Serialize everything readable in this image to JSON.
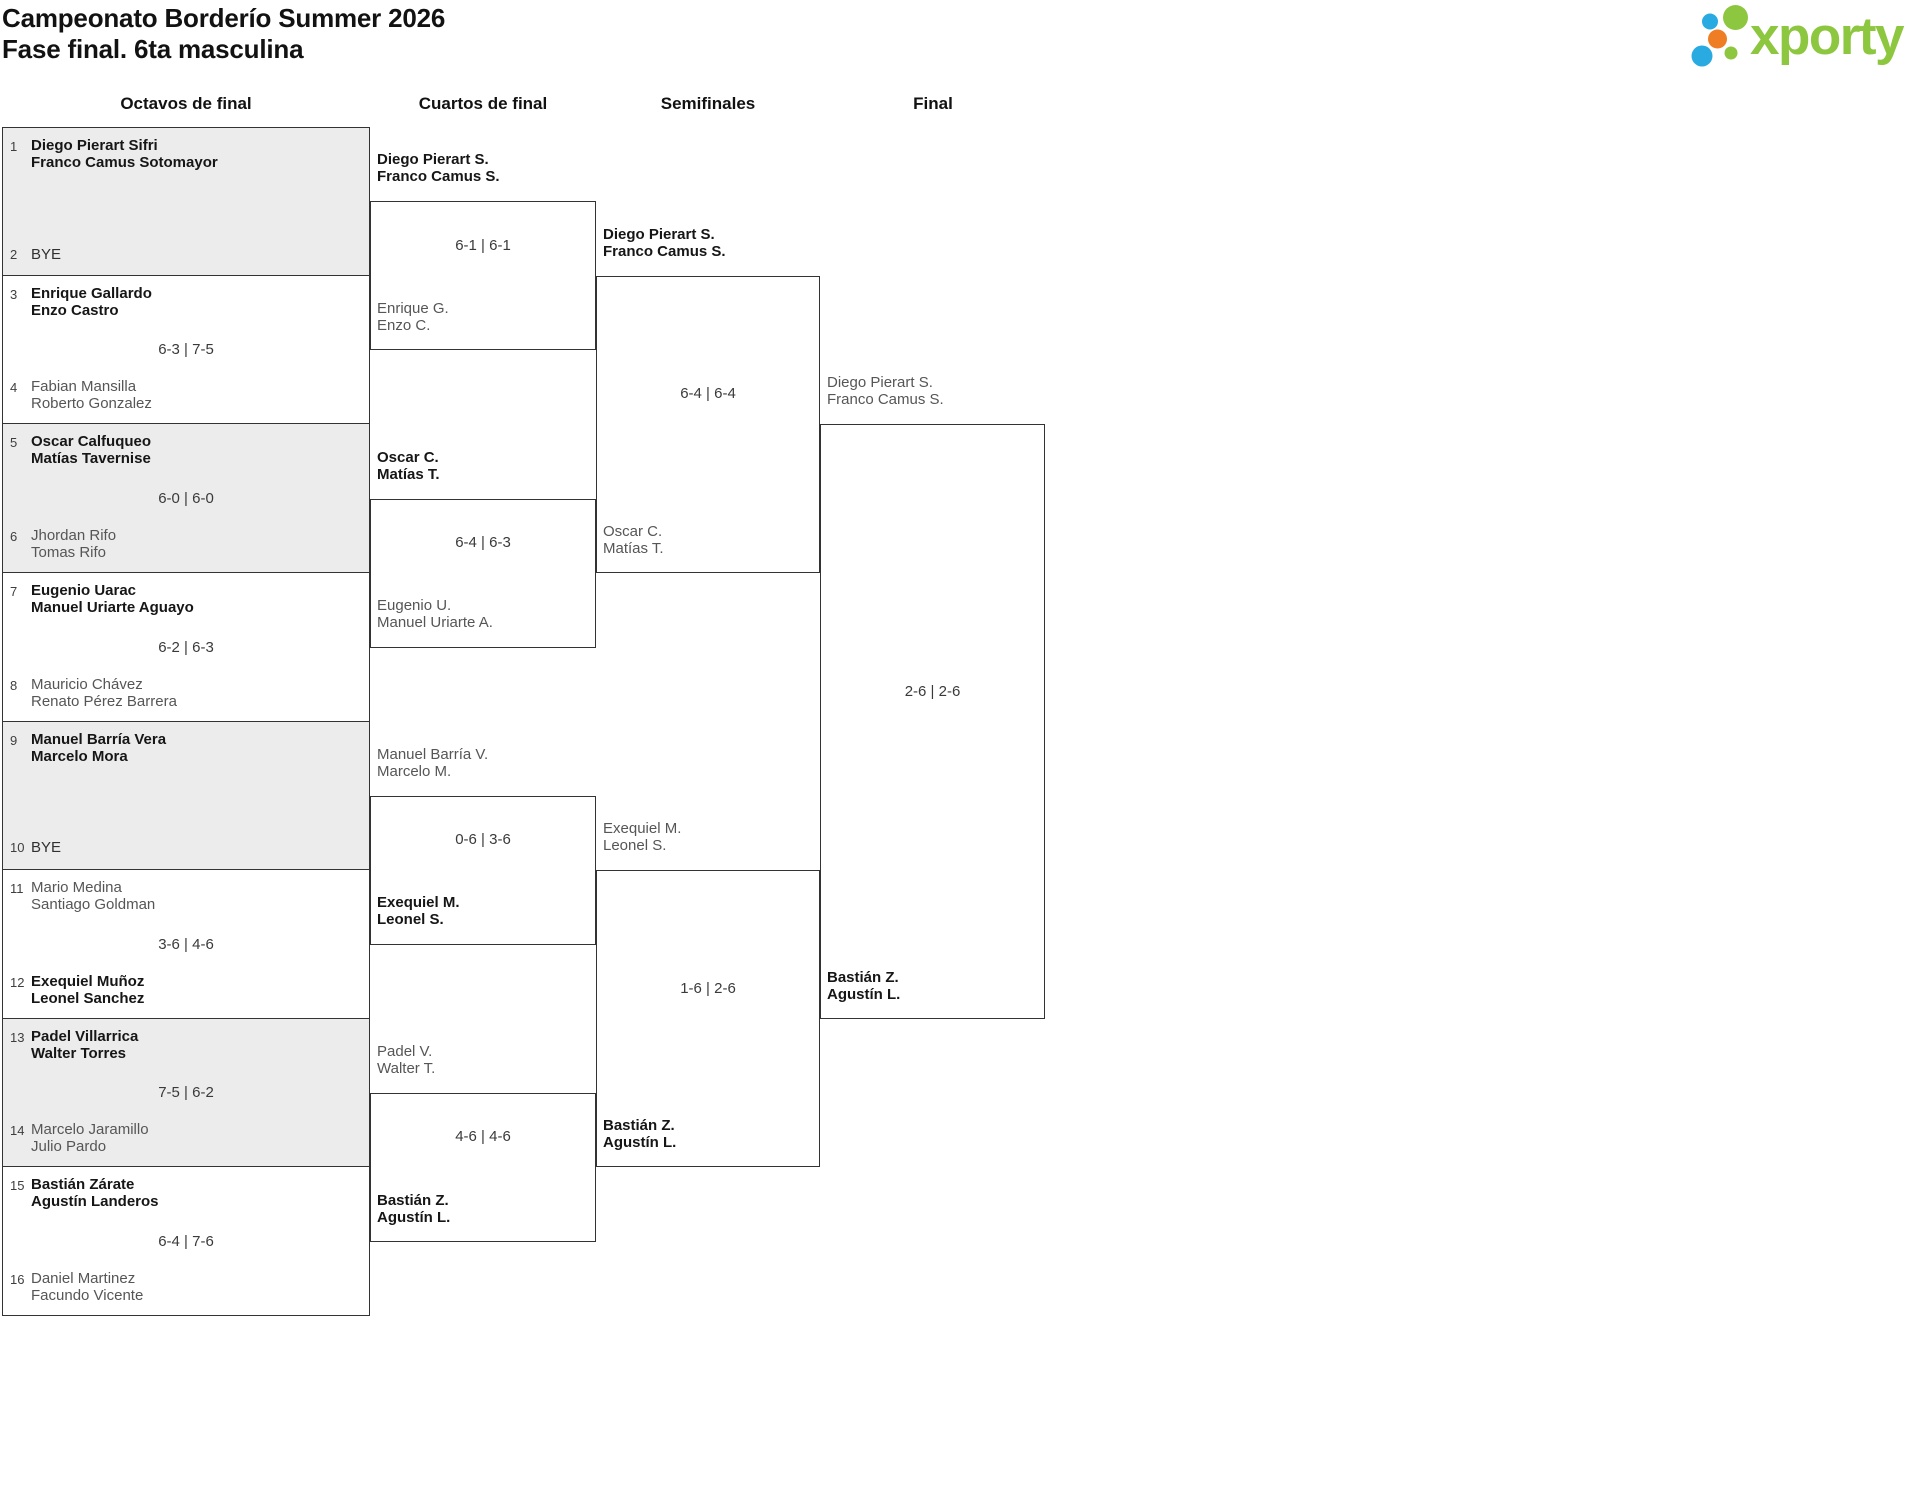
{
  "header": {
    "title_line1": "Campeonato Borderío Summer 2026",
    "title_line2": "Fase final. 6ta masculina"
  },
  "logo": {
    "brand": "xporty",
    "green": "#8dc63f",
    "blue": "#29abe2",
    "orange": "#ee7d23"
  },
  "columns": [
    "Octavos de final",
    "Cuartos de final",
    "Semifinales",
    "Final"
  ],
  "bracket": {
    "round_of_16": [
      {
        "seed_top": "1",
        "seed_bottom": "2",
        "team_top": {
          "lines": [
            "Diego Pierart Sifri",
            "Franco Camus Sotomayor"
          ],
          "winner": true
        },
        "team_bottom": {
          "bye": true,
          "label": "BYE"
        },
        "score": ""
      },
      {
        "seed_top": "3",
        "seed_bottom": "4",
        "team_top": {
          "lines": [
            "Enrique Gallardo",
            "Enzo Castro"
          ],
          "winner": true
        },
        "team_bottom": {
          "lines": [
            "Fabian Mansilla",
            "Roberto Gonzalez"
          ],
          "winner": false
        },
        "score": "6-3 | 7-5"
      },
      {
        "seed_top": "5",
        "seed_bottom": "6",
        "team_top": {
          "lines": [
            "Oscar Calfuqueo",
            "Matías Tavernise"
          ],
          "winner": true
        },
        "team_bottom": {
          "lines": [
            "Jhordan Rifo",
            "Tomas Rifo"
          ],
          "winner": false
        },
        "score": "6-0 | 6-0"
      },
      {
        "seed_top": "7",
        "seed_bottom": "8",
        "team_top": {
          "lines": [
            "Eugenio Uarac",
            "Manuel Uriarte Aguayo"
          ],
          "winner": true
        },
        "team_bottom": {
          "lines": [
            "Mauricio Chávez",
            "Renato Pérez Barrera"
          ],
          "winner": false
        },
        "score": "6-2 | 6-3"
      },
      {
        "seed_top": "9",
        "seed_bottom": "10",
        "team_top": {
          "lines": [
            "Manuel Barría Vera",
            "Marcelo Mora"
          ],
          "winner": true
        },
        "team_bottom": {
          "bye": true,
          "label": "BYE"
        },
        "score": ""
      },
      {
        "seed_top": "11",
        "seed_bottom": "12",
        "team_top": {
          "lines": [
            "Mario Medina",
            "Santiago Goldman"
          ],
          "winner": false
        },
        "team_bottom": {
          "lines": [
            "Exequiel Muñoz",
            "Leonel Sanchez"
          ],
          "winner": true
        },
        "score": "3-6 | 4-6"
      },
      {
        "seed_top": "13",
        "seed_bottom": "14",
        "team_top": {
          "lines": [
            "Padel Villarrica",
            "Walter Torres"
          ],
          "winner": true
        },
        "team_bottom": {
          "lines": [
            "Marcelo Jaramillo",
            "Julio Pardo"
          ],
          "winner": false
        },
        "score": "7-5 | 6-2"
      },
      {
        "seed_top": "15",
        "seed_bottom": "16",
        "team_top": {
          "lines": [
            "Bastián Zárate",
            "Agustín Landeros"
          ],
          "winner": true
        },
        "team_bottom": {
          "lines": [
            "Daniel Martinez",
            "Facundo Vicente"
          ],
          "winner": false
        },
        "score": "6-4 | 7-6"
      }
    ],
    "quarterfinals": [
      {
        "team_top": {
          "lines": [
            "Diego Pierart S.",
            "Franco Camus S."
          ],
          "winner": true
        },
        "team_bottom": {
          "lines": [
            "Enrique G.",
            "Enzo C."
          ],
          "winner": false
        },
        "score": "6-1 | 6-1"
      },
      {
        "team_top": {
          "lines": [
            "Oscar C.",
            "Matías T."
          ],
          "winner": true
        },
        "team_bottom": {
          "lines": [
            "Eugenio U.",
            "Manuel Uriarte A."
          ],
          "winner": false
        },
        "score": "6-4 | 6-3"
      },
      {
        "team_top": {
          "lines": [
            "Manuel Barría V.",
            "Marcelo M."
          ],
          "winner": false
        },
        "team_bottom": {
          "lines": [
            "Exequiel M.",
            "Leonel S."
          ],
          "winner": true
        },
        "score": "0-6 | 3-6"
      },
      {
        "team_top": {
          "lines": [
            "Padel V.",
            "Walter T."
          ],
          "winner": false
        },
        "team_bottom": {
          "lines": [
            "Bastián Z.",
            "Agustín L."
          ],
          "winner": true
        },
        "score": "4-6 | 4-6"
      }
    ],
    "semifinals": [
      {
        "team_top": {
          "lines": [
            "Diego Pierart S.",
            "Franco Camus S."
          ],
          "winner": true
        },
        "team_bottom": {
          "lines": [
            "Oscar C.",
            "Matías T."
          ],
          "winner": false
        },
        "score": "6-4 | 6-4"
      },
      {
        "team_top": {
          "lines": [
            "Exequiel M.",
            "Leonel S."
          ],
          "winner": false
        },
        "team_bottom": {
          "lines": [
            "Bastián Z.",
            "Agustín L."
          ],
          "winner": true
        },
        "score": "1-6 | 2-6"
      }
    ],
    "final": [
      {
        "team_top": {
          "lines": [
            "Diego Pierart S.",
            "Franco Camus S."
          ],
          "winner": false
        },
        "team_bottom": {
          "lines": [
            "Bastián Z.",
            "Agustín L."
          ],
          "winner": true
        },
        "score": "2-6 | 2-6"
      }
    ]
  }
}
